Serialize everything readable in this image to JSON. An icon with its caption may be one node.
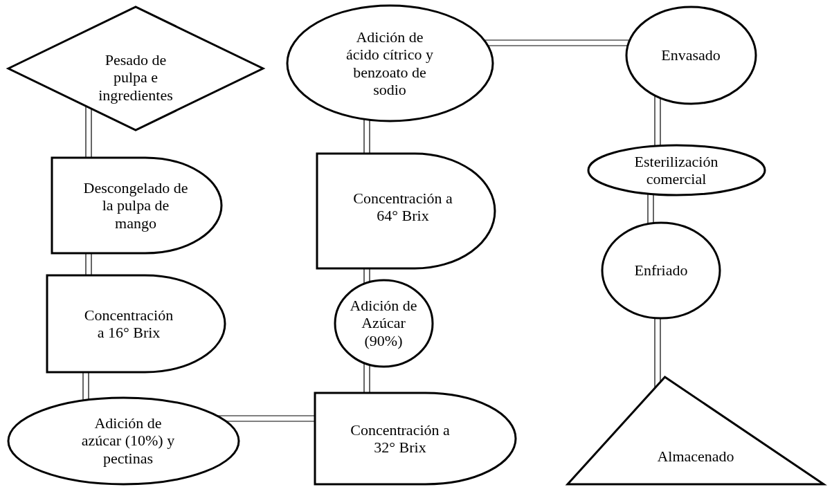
{
  "diagram": {
    "nodes": [
      {
        "text": [
          "Pesado de pulpa e ingredientes"
        ]
      },
      {
        "text": [
          "Descongelado de la pulpa de mango"
        ]
      },
      {
        "text": [
          "Concentración a 16° Brix"
        ]
      },
      {
        "text": [
          "Adición de azúcar (10%) y pectinas"
        ]
      },
      {
        "text": [
          "Concentración a 32° Brix"
        ]
      },
      {
        "text": [
          "Adición de Azúcar (90%)"
        ]
      },
      {
        "text": [
          "Concentración a 64° Brix"
        ]
      },
      {
        "text": [
          "Adición de ácido cítrico y benzoato de sodio"
        ]
      },
      {
        "text": [
          "Envasado"
        ]
      },
      {
        "text": [
          "Esterilización comercial"
        ]
      },
      {
        "text": [
          "Enfriado"
        ]
      },
      {
        "text": [
          "Almacenado"
        ]
      }
    ],
    "edges": [
      {
        "from": 0,
        "to": 1,
        "arrow": "none"
      },
      {
        "from": 1,
        "to": 2,
        "arrow": "none"
      },
      {
        "from": 2,
        "to": 3,
        "arrow": "none"
      },
      {
        "from": 3,
        "to": 4,
        "arrow": "none"
      },
      {
        "from": 4,
        "to": 5,
        "arrow": "none"
      },
      {
        "from": 5,
        "to": 6,
        "arrow": "none"
      },
      {
        "from": 6,
        "to": 7,
        "arrow": "none"
      },
      {
        "from": 7,
        "to": 8,
        "arrow": "none"
      },
      {
        "from": 8,
        "to": 9,
        "arrow": "none"
      },
      {
        "from": 9,
        "to": 10,
        "arrow": "none"
      },
      {
        "from": 10,
        "to": 11,
        "arrow": "none"
      }
    ]
  }
}
